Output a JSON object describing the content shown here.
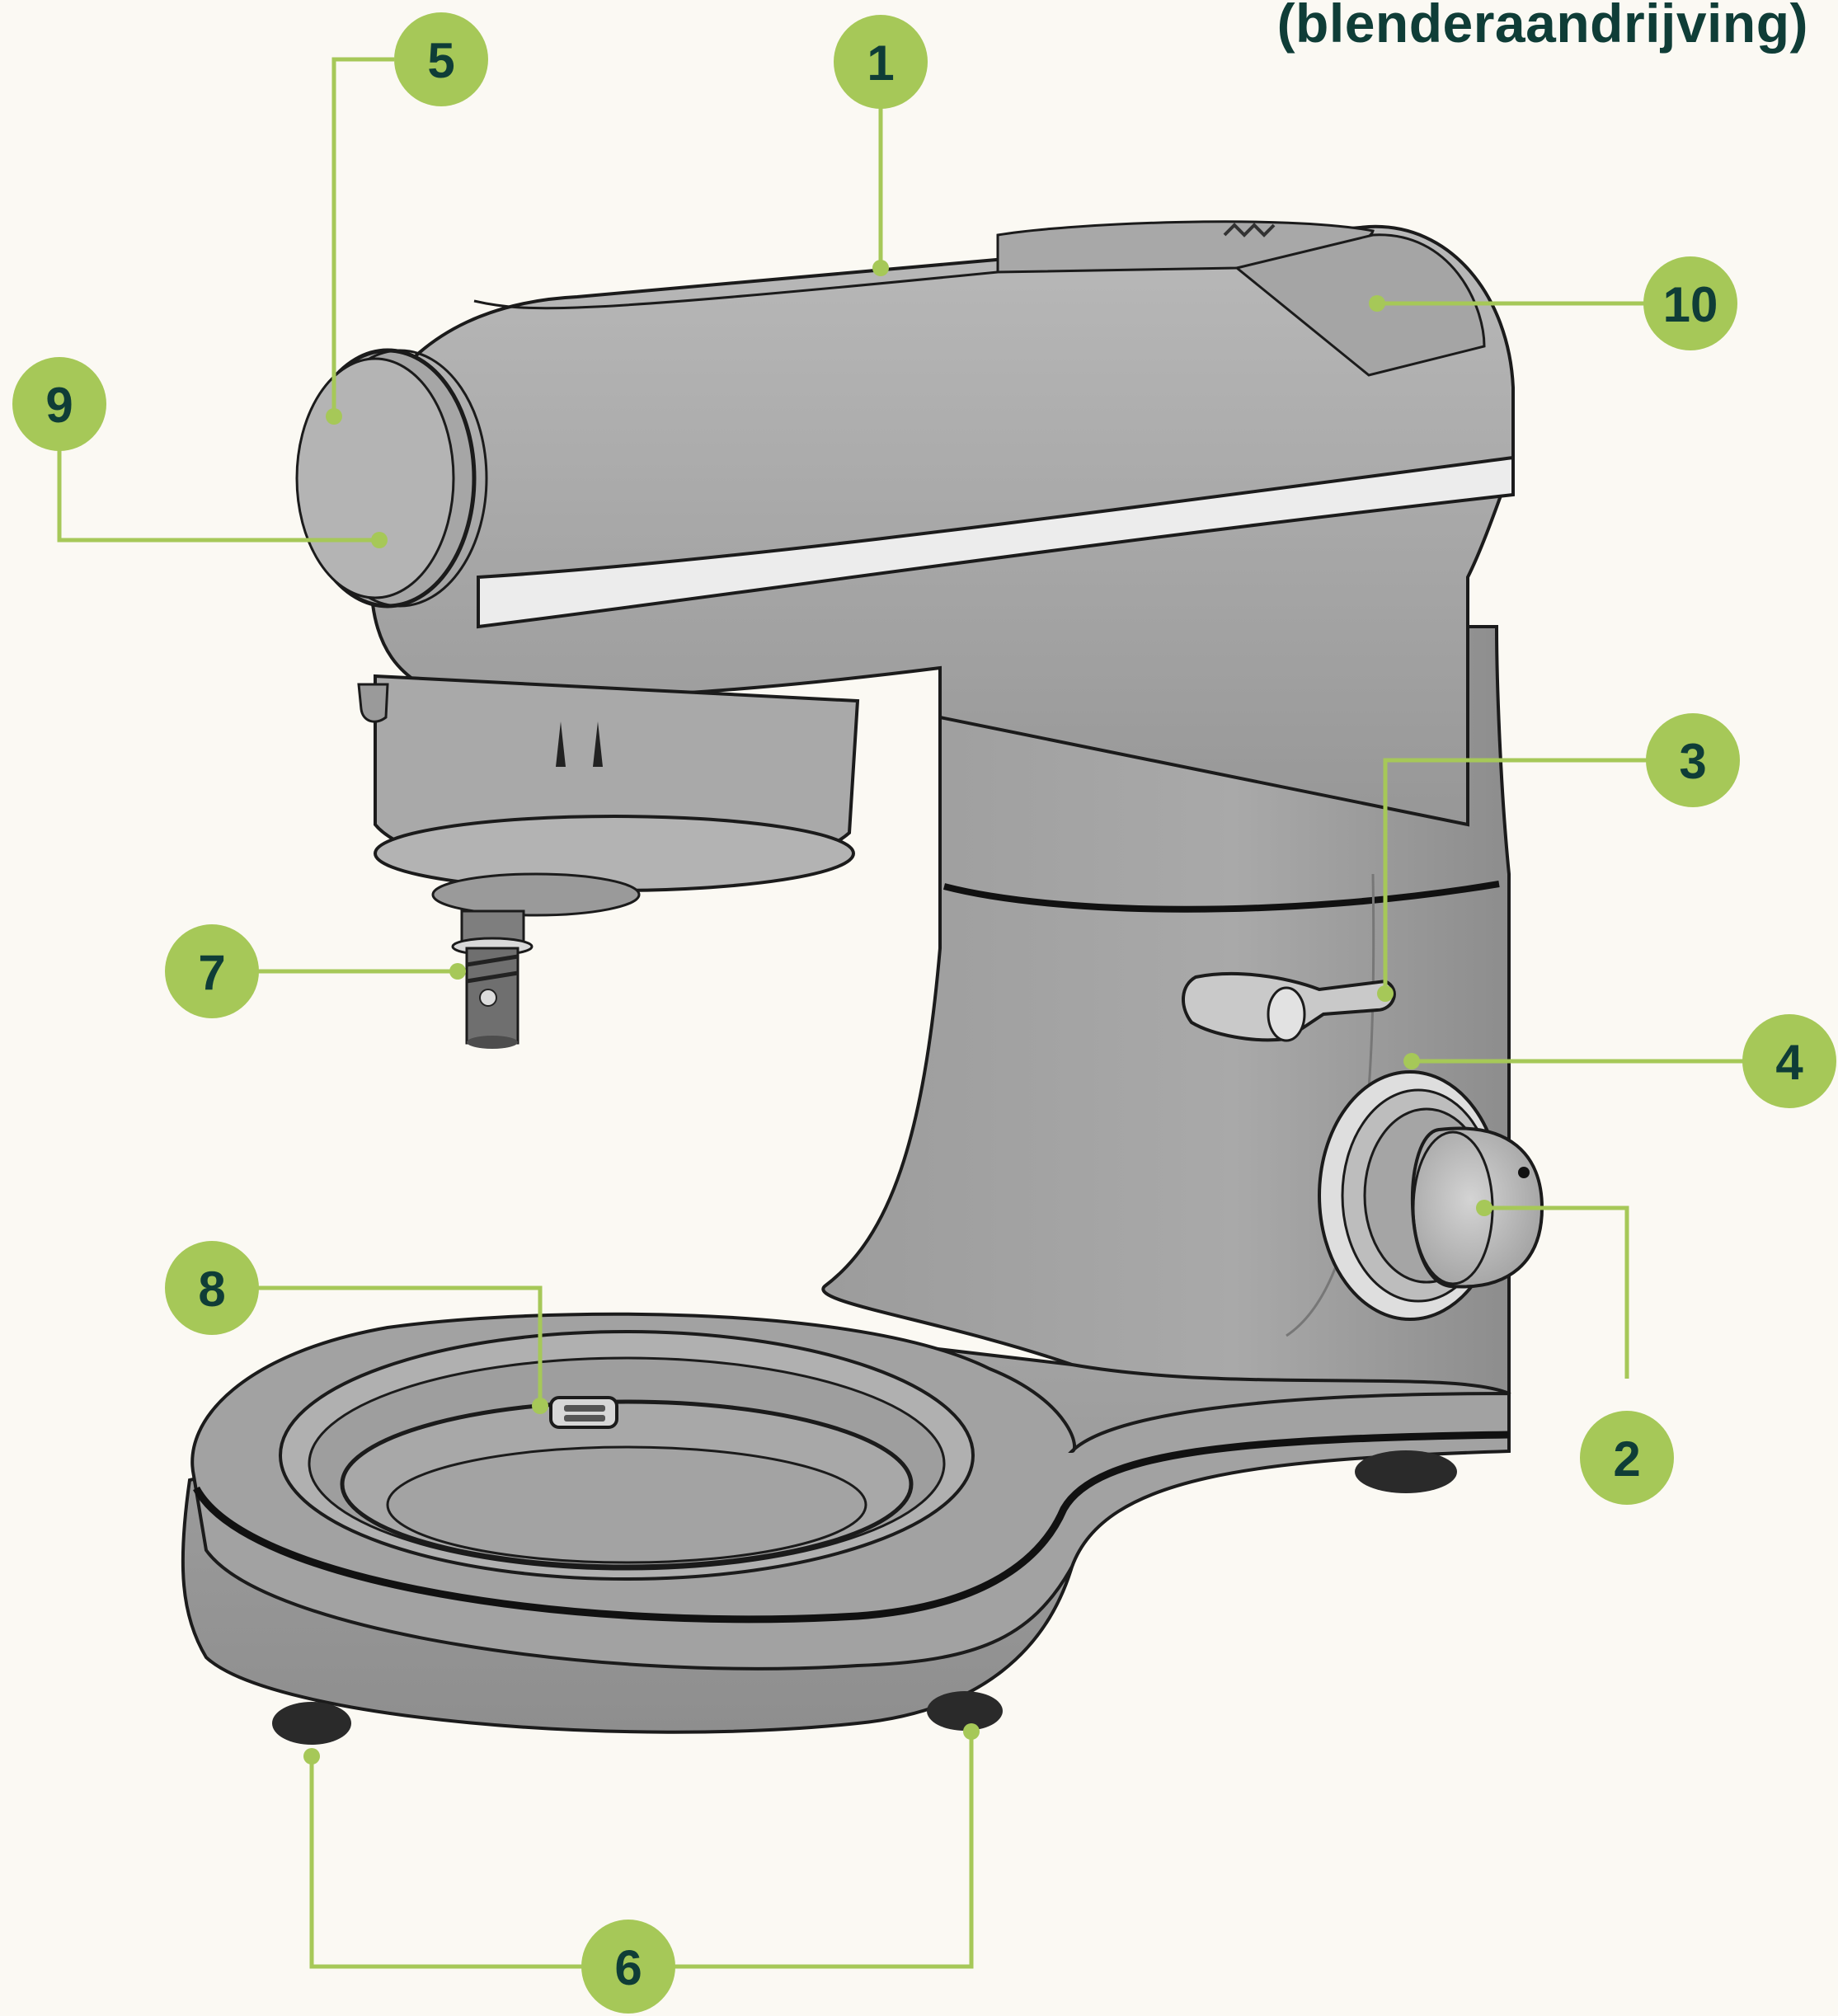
{
  "heading": "(blenderaandrijving)",
  "colors": {
    "background": "#fbf9f3",
    "callout_green": "#a6c858",
    "callout_line": "#a6c858",
    "callout_text": "#0f3d37",
    "body_grey": "#a7a7a7",
    "outline": "#1b1b1b"
  },
  "callouts": [
    {
      "id": "1",
      "label": "1"
    },
    {
      "id": "2",
      "label": "2"
    },
    {
      "id": "3",
      "label": "3"
    },
    {
      "id": "4",
      "label": "4"
    },
    {
      "id": "5",
      "label": "5"
    },
    {
      "id": "6",
      "label": "6"
    },
    {
      "id": "7",
      "label": "7"
    },
    {
      "id": "8",
      "label": "8"
    },
    {
      "id": "9",
      "label": "9"
    },
    {
      "id": "10",
      "label": "10"
    }
  ]
}
